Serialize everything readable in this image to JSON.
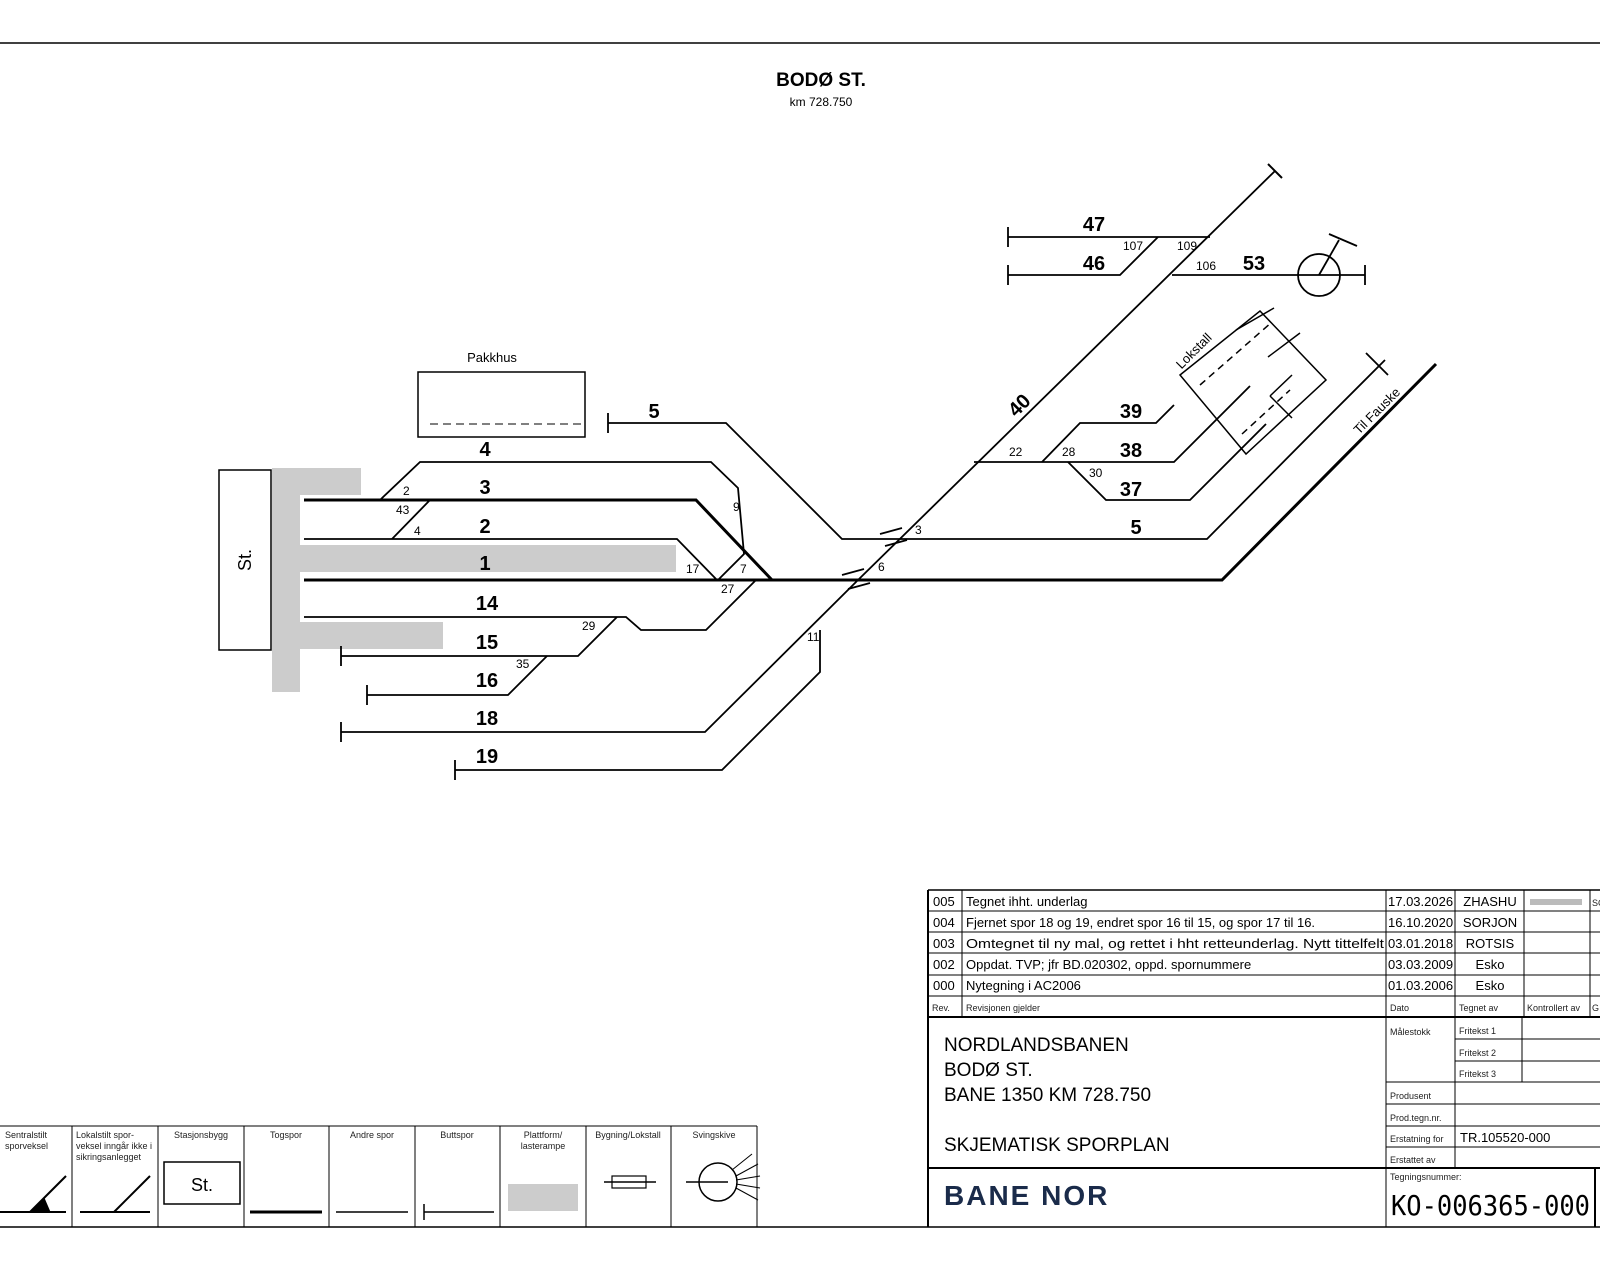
{
  "station": {
    "name": "BODØ ST.",
    "km": "km 728.750"
  },
  "labels": {
    "pakkhus": "Pakkhus",
    "st": "St.",
    "lokstall": "Lokstall",
    "til_fauske": "Til Fauske"
  },
  "tracks": [
    "4",
    "3",
    "2",
    "1",
    "14",
    "15",
    "16",
    "18",
    "19",
    "5",
    "5",
    "40",
    "47",
    "46",
    "53",
    "39",
    "38",
    "37"
  ],
  "switches": [
    "2",
    "43",
    "4",
    "9",
    "17",
    "7",
    "27",
    "29",
    "35",
    "11",
    "3",
    "6",
    "22",
    "28",
    "30",
    "107",
    "109",
    "106"
  ],
  "revisions": [
    {
      "rev": "005",
      "text": "Tegnet ihht. underlag",
      "date": "17.03.2026",
      "by": "ZHASHU"
    },
    {
      "rev": "004",
      "text": "Fjernet spor 18 og 19, endret spor 16 til 15, og spor 17 til 16.",
      "date": "16.10.2020",
      "by": "SORJON"
    },
    {
      "rev": "003",
      "text": "Omtegnet til ny mal, og rettet i hht retteunderlag. Nytt tittelfelt",
      "date": "03.01.2018",
      "by": "ROTSIS"
    },
    {
      "rev": "002",
      "text": "Oppdat. TVP; jfr BD.020302, oppd. spornummere",
      "date": "03.03.2009",
      "by": "Esko"
    },
    {
      "rev": "000",
      "text": "Nytegning i AC2006",
      "date": "01.03.2006",
      "by": "Esko"
    }
  ],
  "rev_header": {
    "rev": "Rev.",
    "text": "Revisjonen gjelder",
    "date": "Dato",
    "by": "Tegnet av",
    "checked": "Kontrollert av",
    "approved": "G",
    "extra": "SC"
  },
  "title_block": {
    "line1": "NORDLANDSBANEN",
    "line2": "BODØ ST.",
    "line3": "BANE 1350  KM 728.750",
    "line4": "SKJEMATISK SPORPLAN",
    "malestokk": "Målestokk",
    "fritekst1": "Fritekst 1",
    "fritekst2": "Fritekst 2",
    "fritekst3": "Fritekst 3",
    "produsent": "Produsent",
    "prod_tegn": "Prod.tegn.nr.",
    "erstatning_for_label": "Erstatning for",
    "erstatning_for": "TR.105520-000",
    "erstattet_av": "Erstattet av",
    "tegningsnummer_label": "Tegningsnummer:",
    "tegningsnummer": "KO-006365-000",
    "logo": "BANE NOR"
  },
  "legend": [
    {
      "label": "Sentralstilt sporveksel",
      "icon": "central-switch-icon"
    },
    {
      "label": "Lokalstilt spor-veksel inngår ikke i sikringsanlegget",
      "icon": "local-switch-icon"
    },
    {
      "label": "Stasjonsbygg",
      "icon": "station-building-icon",
      "inner": "St."
    },
    {
      "label": "Togspor",
      "icon": "train-track-icon"
    },
    {
      "label": "Andre spor",
      "icon": "other-track-icon"
    },
    {
      "label": "Buttspor",
      "icon": "buffer-track-icon"
    },
    {
      "label": "Plattform/ lasterampe",
      "icon": "platform-icon"
    },
    {
      "label": "Bygning/Lokstall",
      "icon": "building-icon"
    },
    {
      "label": "Svingskive",
      "icon": "turntable-icon"
    }
  ],
  "colors": {
    "platform": "#cccccc",
    "line": "#000000"
  }
}
